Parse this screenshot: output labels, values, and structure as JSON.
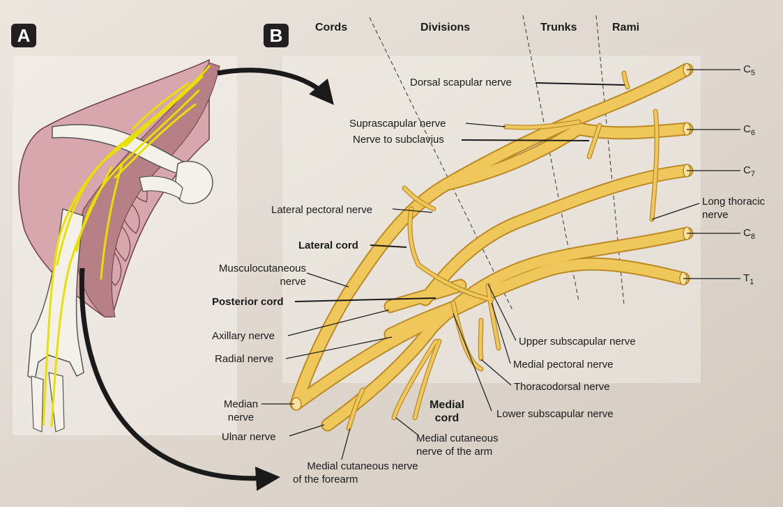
{
  "panels": {
    "a": "A",
    "b": "B"
  },
  "headers": {
    "cords": "Cords",
    "divisions": "Divisions",
    "trunks": "Trunks",
    "rami": "Rami"
  },
  "roots": [
    {
      "letter": "C",
      "num": "5"
    },
    {
      "letter": "C",
      "num": "6"
    },
    {
      "letter": "C",
      "num": "7"
    },
    {
      "letter": "C",
      "num": "8"
    },
    {
      "letter": "T",
      "num": "1"
    }
  ],
  "labels": {
    "dorsal_scapular": "Dorsal scapular nerve",
    "suprascapular": "Suprascapular nerve",
    "subclavius": "Nerve to subclavius",
    "lateral_pectoral": "Lateral pectoral nerve",
    "lateral_cord": "Lateral cord",
    "musculocutaneous_1": "Musculocutaneous",
    "musculocutaneous_2": "nerve",
    "posterior_cord": "Posterior cord",
    "axillary": "Axillary nerve",
    "radial": "Radial nerve",
    "median_1": "Median",
    "median_2": "nerve",
    "ulnar": "Ulnar nerve",
    "medial_cord_1": "Medial",
    "medial_cord_2": "cord",
    "med_cut_forearm_1": "Medial cutaneous nerve",
    "med_cut_forearm_2": "of the forearm",
    "med_cut_arm_1": "Medial cutaneous",
    "med_cut_arm_2": "nerve of the arm",
    "lower_subscapular": "Lower subscapular nerve",
    "thoracodorsal": "Thoracodorsal nerve",
    "medial_pectoral": "Medial pectoral nerve",
    "upper_subscapular": "Upper subscapular nerve",
    "long_thoracic_1": "Long thoracic",
    "long_thoracic_2": "nerve"
  },
  "colors": {
    "background": "#d6ccc3",
    "inner_panel": "#f1ebe4",
    "nerve_fill": "#f0c75a",
    "nerve_outline": "#b98a26",
    "muscle": "#d9a7ae",
    "bone": "#f4f1ea",
    "arrow": "#1a1a1a"
  }
}
